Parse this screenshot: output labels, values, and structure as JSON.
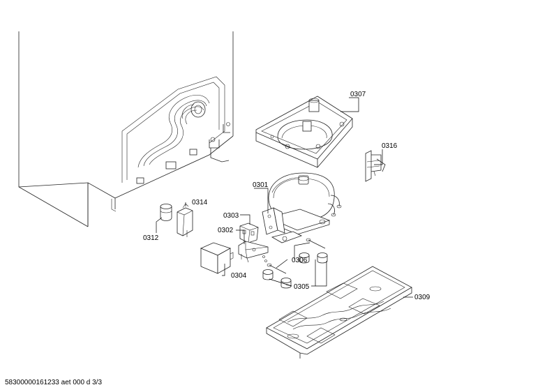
{
  "labels": {
    "p0301": "0301",
    "p0302": "0302",
    "p0303": "0303",
    "p0304": "0304",
    "p0305": "0305",
    "p0306": "0306",
    "p0307": "0307",
    "p0309": "0309",
    "p0312": "0312",
    "p0314": "0314",
    "p0316": "0316"
  },
  "footer": {
    "doc_id": "58300000161233 aet 000 d 3/3"
  }
}
